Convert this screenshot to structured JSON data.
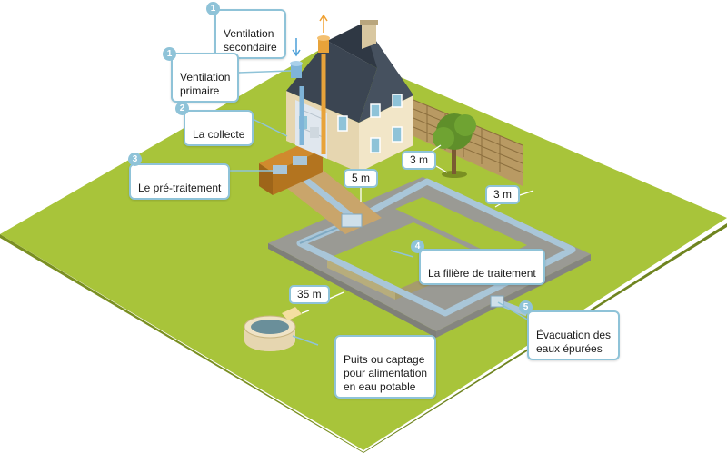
{
  "colors": {
    "lawn": "#a8c43a",
    "soil": "#b7ad7c",
    "trench": "#9a9a94",
    "pipe": "#a9c6d8",
    "callout_border": "#8fc3d8",
    "arrow_orange": "#f0a030",
    "arrow_blue": "#4b9fd8",
    "roof": "#3b4552",
    "wall": "#f2e6c8"
  },
  "labels": {
    "ventilation_secondaire": {
      "number": "1",
      "text": "Ventilation\nsecondaire"
    },
    "ventilation_primaire": {
      "number": "1",
      "text": "Ventilation\nprimaire"
    },
    "collecte": {
      "number": "2",
      "text": "La collecte"
    },
    "pre_traitement": {
      "number": "3",
      "text": "Le pré-traitement"
    },
    "filiere": {
      "number": "4",
      "text": "La filière de traitement"
    },
    "evacuation": {
      "number": "5",
      "text": "Évacuation des\neaux épurées"
    },
    "puits": {
      "text": "Puits ou captage\npour alimentation\nen eau potable"
    }
  },
  "distances": {
    "house_to_tank": "5 m",
    "tree": "3 m",
    "boundary": "3 m",
    "well": "35 m"
  },
  "icons": [
    "up-arrow-icon",
    "down-arrow-icon",
    "tree-icon",
    "house-icon",
    "well-icon",
    "fence-icon"
  ]
}
